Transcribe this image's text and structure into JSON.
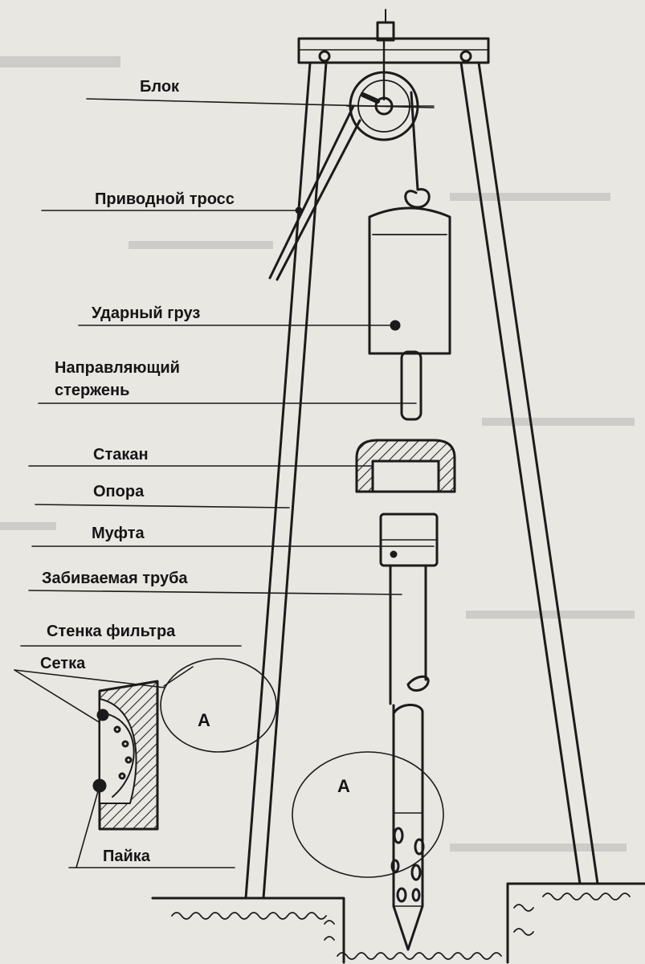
{
  "labels": {
    "block": "Блок",
    "drive_cable": "Приводной тросс",
    "impact_weight": "Ударный груз",
    "guide_rod_line1": "Направляющий",
    "guide_rod_line2": "стержень",
    "cup": "Стакан",
    "support": "Опора",
    "coupling": "Муфта",
    "driven_pipe": "Забиваемая труба",
    "filter_wall": "Стенка фильтра",
    "mesh": "Сетка",
    "solder": "Пайка"
  },
  "detail_markers": {
    "detail_a_inset": "А",
    "detail_a_pipe": "А"
  },
  "colors": {
    "ink": "#1b1b1b",
    "paper": "#e9e7e2",
    "hatch": "#2a2a2a"
  }
}
